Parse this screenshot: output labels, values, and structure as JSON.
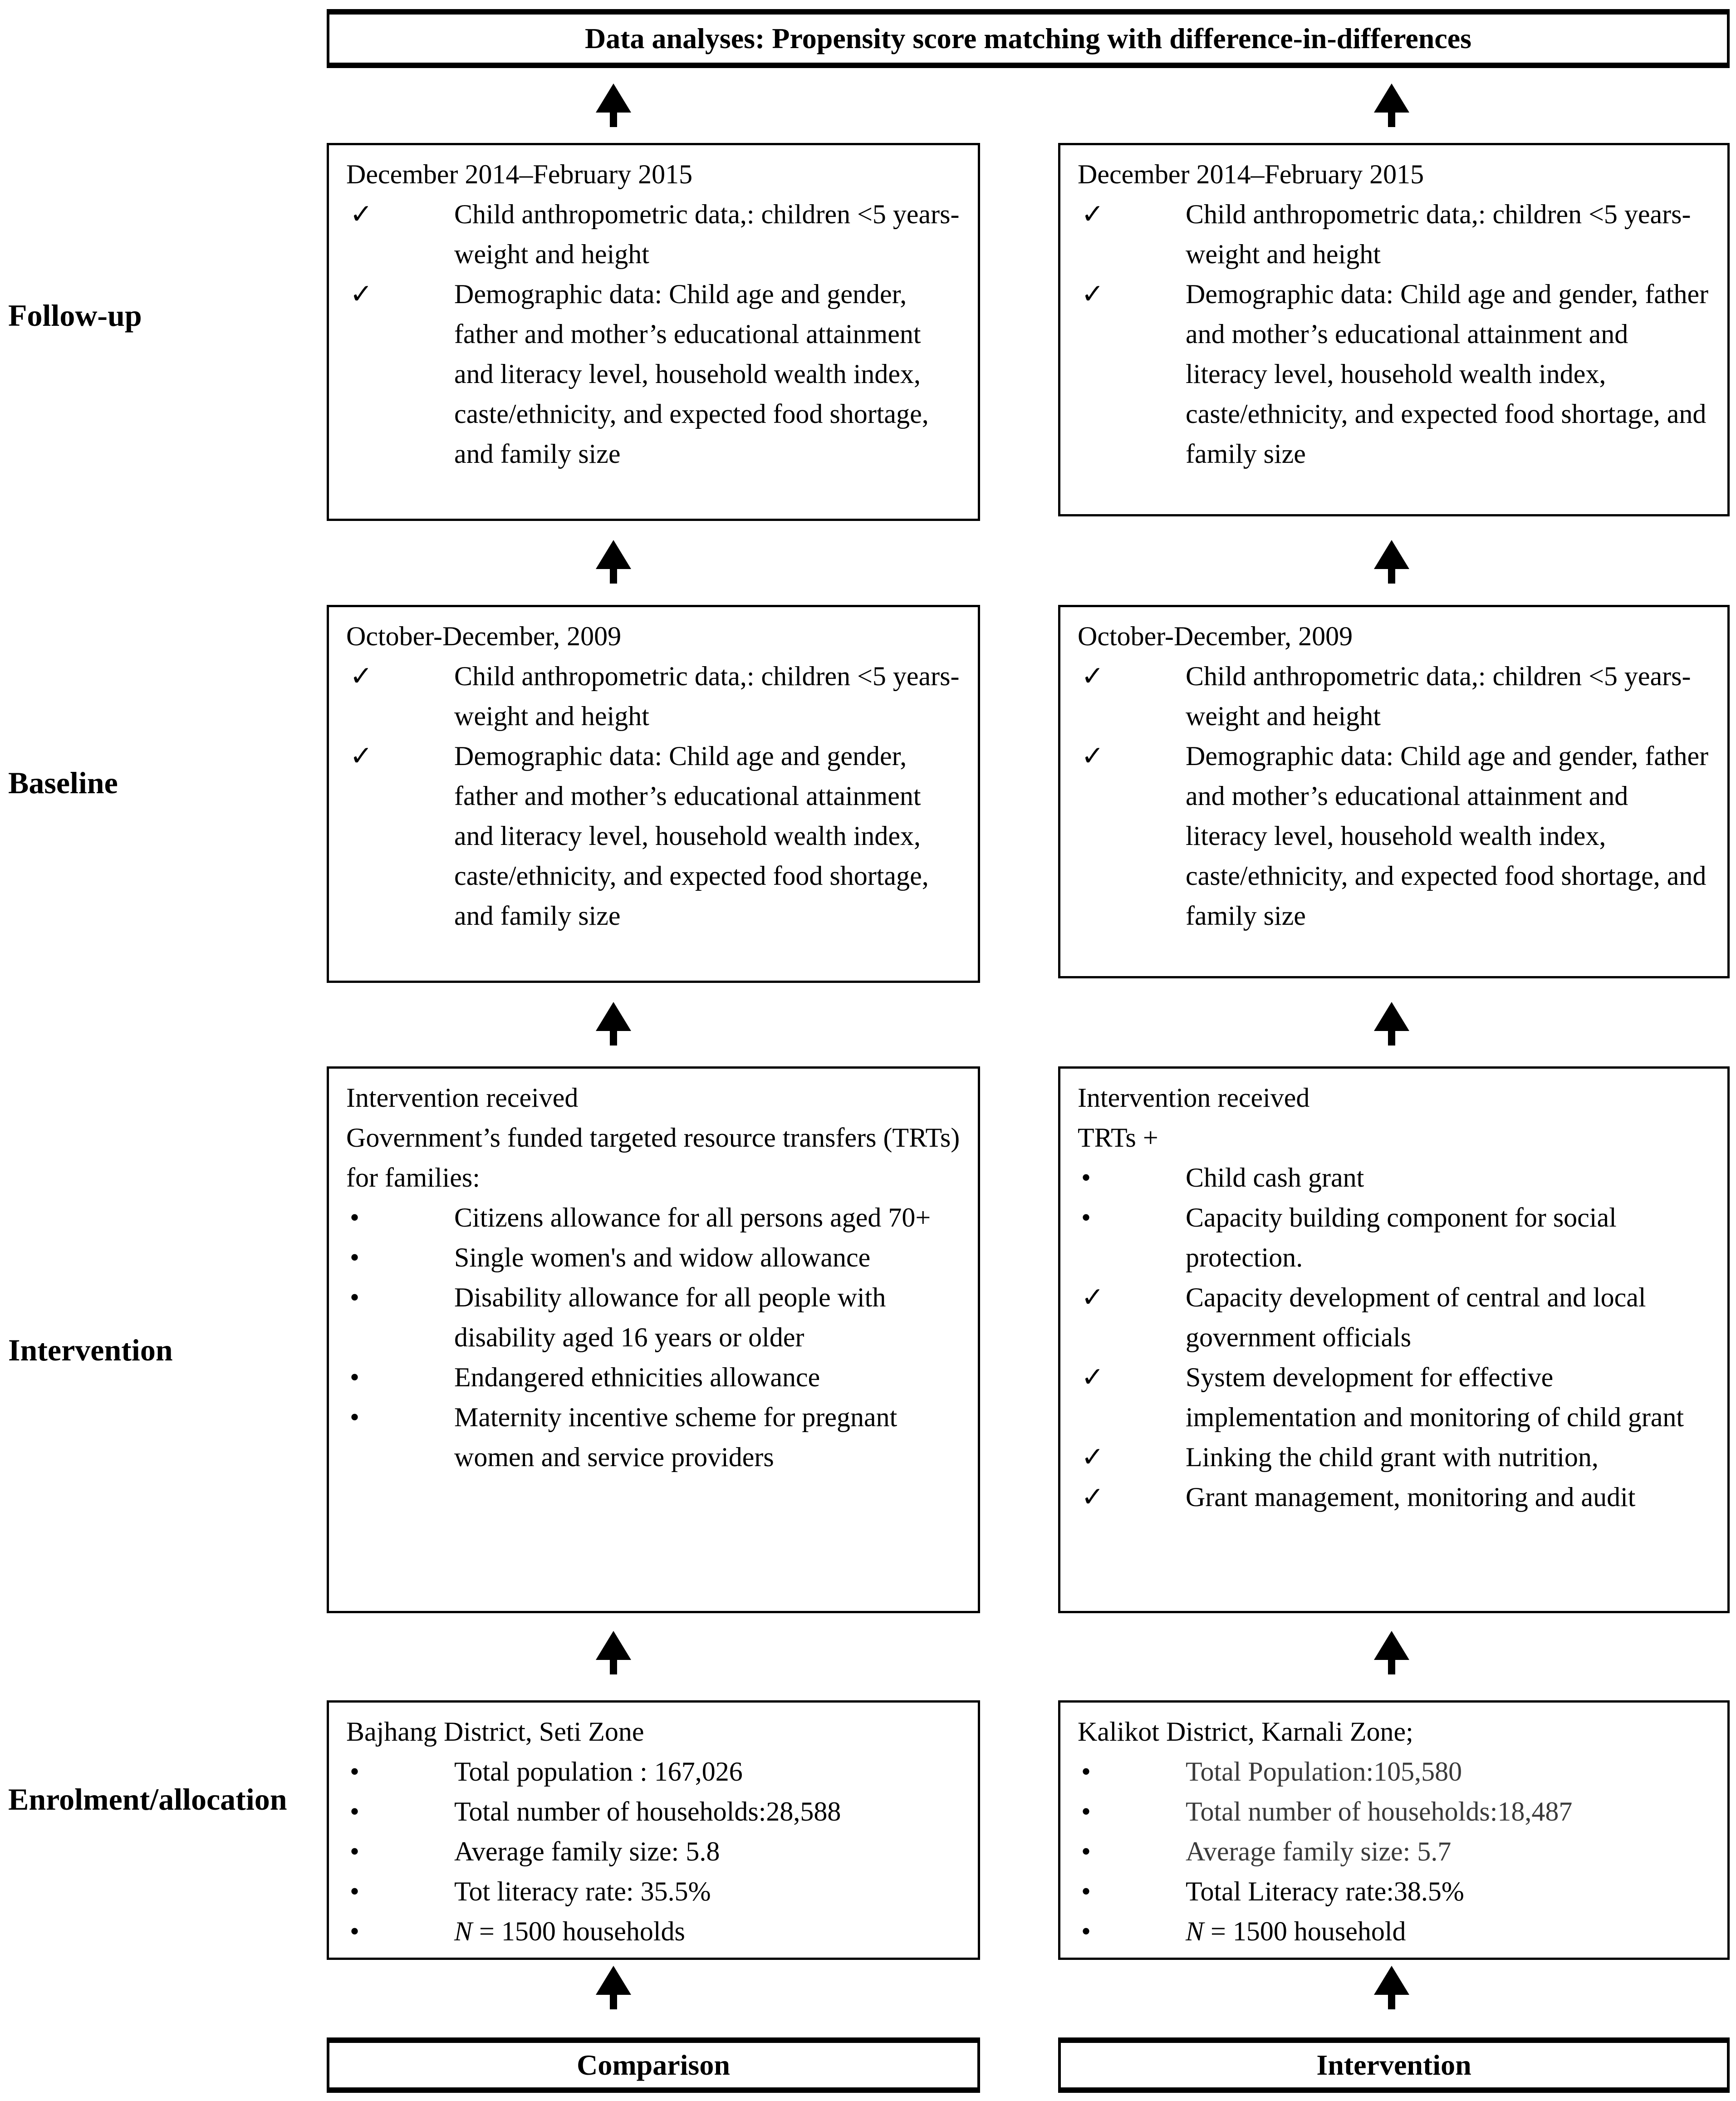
{
  "banner": {
    "title": "Data analyses: Propensity score matching with difference-in-differences"
  },
  "row_labels": [
    {
      "label": "Follow-up"
    },
    {
      "label": "Baseline"
    },
    {
      "label": "Intervention"
    },
    {
      "label": "Enrolment/allocation"
    }
  ],
  "markers": {
    "check": "✓",
    "bullet": "•"
  },
  "colors": {
    "text": "#000000",
    "muted_text": "#3a3a3a",
    "border": "#000000",
    "background": "#ffffff"
  },
  "columns": {
    "comparison": {
      "follow_up": {
        "header": "December 2014–February 2015",
        "items": [
          {
            "marker": "check",
            "text": "Child anthropometric data,: children <5 years-weight and height"
          },
          {
            "marker": "check",
            "text": "Demographic data: Child age and gender, father and mother’s educational attainment and literacy level, household wealth index, caste/ethnicity, and expected food shortage, and family size"
          }
        ]
      },
      "baseline": {
        "header": "October-December, 2009",
        "items": [
          {
            "marker": "check",
            "text": "Child anthropometric data,: children <5 years-weight and height"
          },
          {
            "marker": "check",
            "text": "Demographic data: Child age and gender, father and mother’s educational attainment and literacy level, household wealth index, caste/ethnicity, and expected food shortage, and family size"
          }
        ]
      },
      "intervention": {
        "header": "Intervention received",
        "intro": "Government’s funded targeted resource transfers (TRTs) for families:",
        "items": [
          {
            "marker": "bullet",
            "text": "Citizens allowance for all persons aged 70+"
          },
          {
            "marker": "bullet",
            "text": "Single women's and widow allowance"
          },
          {
            "marker": "bullet",
            "text": "Disability allowance for all people with disability aged 16 years or older"
          },
          {
            "marker": "bullet",
            "text": "Endangered ethnicities allowance"
          },
          {
            "marker": "bullet",
            "text": "Maternity incentive scheme for pregnant women and service providers"
          }
        ]
      },
      "enrolment": {
        "header": "Bajhang District, Seti Zone",
        "items": [
          {
            "marker": "bullet",
            "text": "Total population : 167,026"
          },
          {
            "marker": "bullet",
            "text": "Total number of households:28,588"
          },
          {
            "marker": "bullet",
            "text": "Average family size: 5.8"
          },
          {
            "marker": "bullet",
            "text": "Tot literacy rate: 35.5%"
          },
          {
            "marker": "bullet",
            "prefix_italic": "N",
            "text": " = 1500 households"
          }
        ]
      },
      "footer": "Comparison"
    },
    "intervention": {
      "follow_up": {
        "header": "December 2014–February 2015",
        "items": [
          {
            "marker": "check",
            "text": "Child anthropometric data,: children <5 years-weight and height"
          },
          {
            "marker": "check",
            "text": "Demographic data: Child age and gender, father and mother’s educational attainment and literacy level, household wealth index, caste/ethnicity, and expected food shortage, and family size"
          }
        ]
      },
      "baseline": {
        "header": "October-December, 2009",
        "items": [
          {
            "marker": "check",
            "text": "Child anthropometric data,: children <5 years-weight and height"
          },
          {
            "marker": "check",
            "text": "Demographic data: Child age and gender, father and mother’s educational attainment and literacy level, household wealth index, caste/ethnicity, and expected food shortage, and family size"
          }
        ]
      },
      "intervention": {
        "header": "Intervention received",
        "intro": "TRTs +",
        "items": [
          {
            "marker": "bullet",
            "text": "Child cash grant"
          },
          {
            "marker": "bullet",
            "text": "Capacity building component for social protection."
          },
          {
            "marker": "check",
            "text": "Capacity development of central and local government officials"
          },
          {
            "marker": "check",
            "text": "System development for effective implementation and monitoring of child grant"
          },
          {
            "marker": "check",
            "text": "Linking the child grant with nutrition,"
          },
          {
            "marker": "check",
            "text": "Grant management, monitoring and audit"
          }
        ]
      },
      "enrolment": {
        "header": "Kalikot District, Karnali Zone;",
        "items": [
          {
            "marker": "bullet",
            "text": "Total Population:105,580",
            "muted": true
          },
          {
            "marker": "bullet",
            "text": "Total number of households:18,487",
            "muted": true
          },
          {
            "marker": "bullet",
            "text": "Average family size: 5.7",
            "muted": true
          },
          {
            "marker": "bullet",
            "text": "Total Literacy rate:38.5%"
          },
          {
            "marker": "bullet",
            "prefix_italic": "N",
            "text": " = 1500 household"
          }
        ]
      },
      "footer": "Intervention"
    }
  }
}
